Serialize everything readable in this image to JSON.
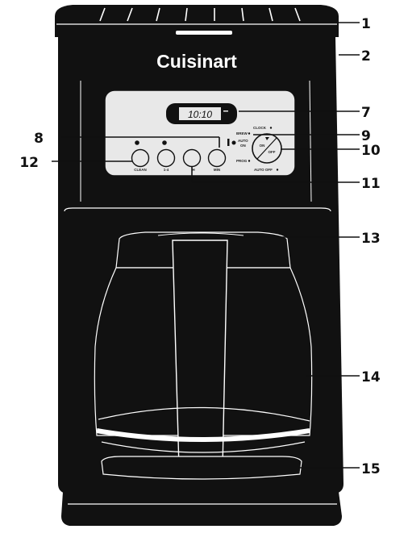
{
  "brand": {
    "logo_text": "Cuisinart"
  },
  "display": {
    "time": "10:10"
  },
  "control_panel": {
    "buttons": [
      {
        "id": "clean",
        "label": "CLEAN"
      },
      {
        "id": "one-four",
        "label": "1-4"
      },
      {
        "id": "hour",
        "label": "H"
      },
      {
        "id": "minute",
        "label": "MIN"
      }
    ],
    "knob": {
      "on_label": "ON",
      "off_label": "OFF"
    },
    "indicators": {
      "clock": "CLOCK",
      "brew": "BREW",
      "auto_on_line1": "AUTO",
      "auto_on_line2": "ON",
      "prog": "PROG",
      "auto_off": "AUTO OFF"
    }
  },
  "callouts": [
    {
      "number": "1"
    },
    {
      "number": "2"
    },
    {
      "number": "7"
    },
    {
      "number": "8"
    },
    {
      "number": "9"
    },
    {
      "number": "10"
    },
    {
      "number": "11"
    },
    {
      "number": "12"
    },
    {
      "number": "13"
    },
    {
      "number": "14"
    },
    {
      "number": "15"
    }
  ],
  "colors": {
    "body": "#111111",
    "panel": "#e8e8e8",
    "lines": "#ffffff"
  }
}
